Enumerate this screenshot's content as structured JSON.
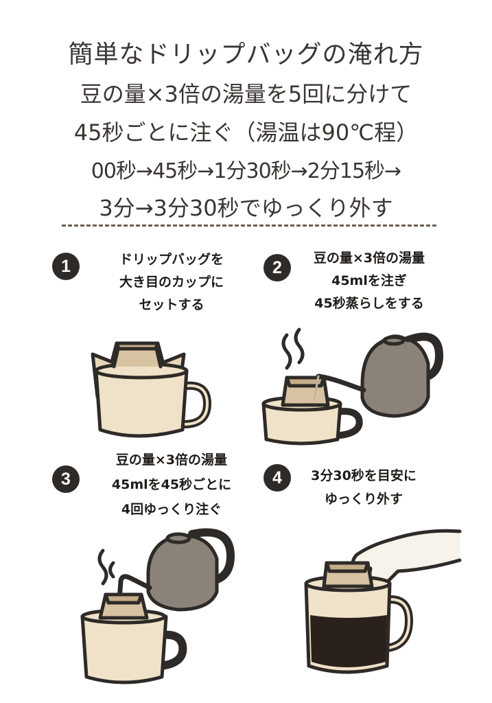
{
  "header": {
    "title": "簡単なドリップバッグの淹れ方",
    "line2": "豆の量×3倍の湯量を5回に分けて",
    "line3": "45秒ごとに注ぐ（湯温は90℃程）",
    "line4": "00秒→45秒→1分30秒→2分15秒→",
    "line5": "3分→3分30秒でゆっくり外す"
  },
  "steps": [
    {
      "number": "1",
      "lines": [
        "ドリップバッグを",
        "大き目のカップに",
        "セットする"
      ],
      "icon": "mug-with-drip-bag-icon"
    },
    {
      "number": "2",
      "lines": [
        "豆の量×3倍の湯量",
        "45mlを注ぎ",
        "45秒蒸らしをする"
      ],
      "icon": "kettle-pouring-icon"
    },
    {
      "number": "3",
      "lines": [
        "豆の量×3倍の湯量",
        "45mlを45秒ごとに",
        "4回ゆっくり注ぐ"
      ],
      "icon": "kettle-pouring-icon"
    },
    {
      "number": "4",
      "lines": [
        "3分30秒を目安に",
        "ゆっくり外す"
      ],
      "icon": "hand-removing-bag-icon"
    }
  ],
  "colors": {
    "outline": "#2e2a27",
    "mug": "#efe2c8",
    "bag": "#d7c3a2",
    "kettle": "#8b8279",
    "coffee": "#2a211b"
  }
}
